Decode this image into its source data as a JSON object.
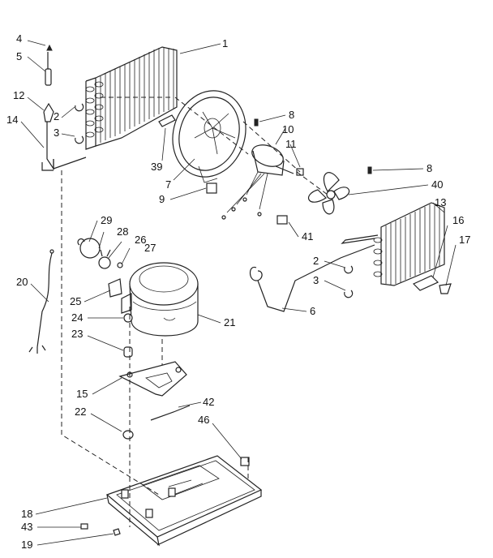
{
  "diagram": {
    "part_labels": {
      "p4": "4",
      "p5": "5",
      "p12": "12",
      "p14": "14",
      "p2a": "2",
      "p3a": "3",
      "p1": "1",
      "p8a": "8",
      "p10": "10",
      "p11": "11",
      "p39": "39",
      "p7": "7",
      "p9": "9",
      "p8b": "8",
      "p40": "40",
      "p13": "13",
      "p16": "16",
      "p17": "17",
      "p41": "41",
      "p29": "29",
      "p28": "28",
      "p26": "26",
      "p27": "27",
      "p20": "20",
      "p25": "25",
      "p24": "24",
      "p23": "23",
      "p21": "21",
      "p2b": "2",
      "p3b": "3",
      "p6": "6",
      "p15": "15",
      "p42": "42",
      "p22": "22",
      "p46": "46",
      "p18": "18",
      "p43": "43",
      "p19": "19"
    }
  }
}
